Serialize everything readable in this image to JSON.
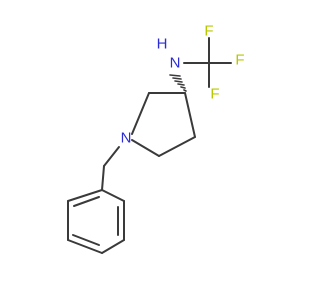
{
  "molecule": {
    "atoms": {
      "amine_n": {
        "symbol": "N",
        "color": "#2c2cd6"
      },
      "amine_h": {
        "symbol": "H",
        "color": "#2c2cd6"
      },
      "ring_n": {
        "symbol": "N",
        "color": "#2c2cd6"
      },
      "fluorine_top": {
        "symbol": "F",
        "color": "#b8c800"
      },
      "fluorine_right": {
        "symbol": "F",
        "color": "#b8c800"
      },
      "fluorine_bottom": {
        "symbol": "F",
        "color": "#b8c800"
      }
    },
    "bond_color": "#3a3a3a",
    "stereo_bond": "hashed-wedge"
  }
}
